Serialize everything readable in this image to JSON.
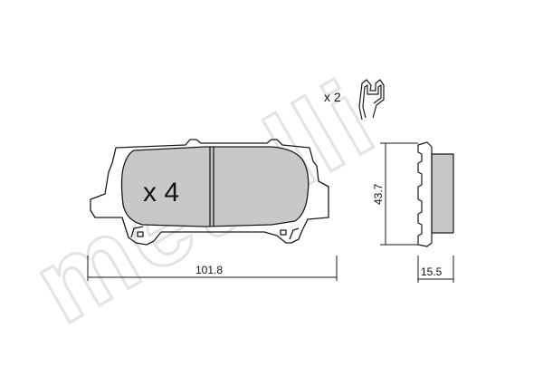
{
  "watermark": {
    "text": "metelli"
  },
  "pad": {
    "quantity_label": "x 4",
    "width_value": "101.8"
  },
  "clip": {
    "quantity_label": "x 2"
  },
  "side_view": {
    "height_value": "43.7",
    "thickness_value": "15.5"
  },
  "colors": {
    "pad_fill": "#c8c8c8",
    "line": "#1a1a1a",
    "watermark": "#e6e6e6"
  }
}
